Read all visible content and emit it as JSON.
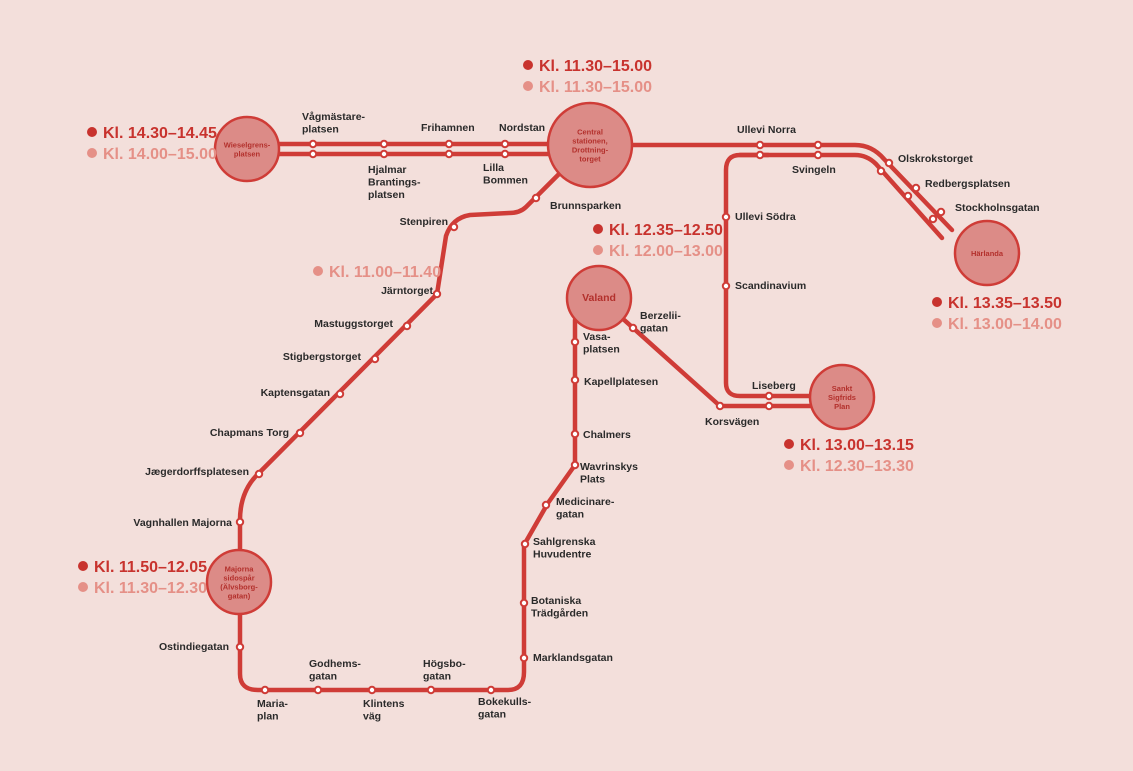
{
  "colors": {
    "line": "#cf3c37",
    "hub_fill": "#dc8b87",
    "time_dark": "#c8332e",
    "time_light": "#e59087",
    "background": "#f3dfdb"
  },
  "hubs": [
    {
      "key": "wieselgren",
      "label": "Wieselgrens-\nplatsen"
    },
    {
      "key": "central",
      "label": "Central\nstationen,\nDrottning-\ntorget"
    },
    {
      "key": "harlanda",
      "label": "Härlanda"
    },
    {
      "key": "valand",
      "label": "Valand"
    },
    {
      "key": "sankt_sigfrid",
      "label": "Sankt\nSigfrids\nPlan"
    },
    {
      "key": "majorna",
      "label": "Majorna\nsidospår\n(Älvsborg-\ngatan)"
    }
  ],
  "times": [
    {
      "key": "central",
      "primary": "Kl. 11.30–15.00",
      "secondary": "Kl. 11.30–15.00"
    },
    {
      "key": "wieselgren",
      "primary": "Kl. 14.30–14.45",
      "secondary": "Kl. 14.00–15.00"
    },
    {
      "key": "valand",
      "primary": "Kl. 12.35–12.50",
      "secondary": "Kl. 12.00–13.00"
    },
    {
      "key": "jarntorget",
      "primary": "",
      "secondary": "Kl. 11.00–11.40"
    },
    {
      "key": "harlanda",
      "primary": "Kl. 13.35–13.50",
      "secondary": "Kl. 13.00–14.00"
    },
    {
      "key": "sankt_sigfrid",
      "primary": "Kl. 13.00–13.15",
      "secondary": "Kl. 12.30–13.30"
    },
    {
      "key": "majorna",
      "primary": "Kl. 11.50–12.05",
      "secondary": "Kl. 11.30–12.30"
    }
  ],
  "stops": [
    {
      "key": "vagmastare",
      "label": "Vågmästare-\nplatsen"
    },
    {
      "key": "hjalmar",
      "label": "Hjalmar\nBrantings-\nplatsen"
    },
    {
      "key": "frihamnen",
      "label": "Frihamnen"
    },
    {
      "key": "nordstan",
      "label": "Nordstan"
    },
    {
      "key": "lilla_bommen",
      "label": "Lilla\nBommen"
    },
    {
      "key": "ullevi_norra",
      "label": "Ullevi Norra"
    },
    {
      "key": "svingeln",
      "label": "Svingeln"
    },
    {
      "key": "olskroks",
      "label": "Olskrokstorget"
    },
    {
      "key": "redbergs",
      "label": "Redbergsplatsen"
    },
    {
      "key": "stockholms",
      "label": "Stockholnsgatan"
    },
    {
      "key": "ullevi_sodra",
      "label": "Ullevi Södra"
    },
    {
      "key": "scandinavium",
      "label": "Scandinavium"
    },
    {
      "key": "liseberg",
      "label": "Liseberg"
    },
    {
      "key": "korsvagen",
      "label": "Korsvägen"
    },
    {
      "key": "berzelii",
      "label": "Berzelii-\ngatan"
    },
    {
      "key": "brunnsparken",
      "label": "Brunnsparken"
    },
    {
      "key": "stenpiren",
      "label": "Stenpiren"
    },
    {
      "key": "jarntorget",
      "label": "Järntorget"
    },
    {
      "key": "mastugg",
      "label": "Mastuggstorget"
    },
    {
      "key": "stigbergs",
      "label": "Stigbergstorget"
    },
    {
      "key": "kaptens",
      "label": "Kaptensgatan"
    },
    {
      "key": "chapmans",
      "label": "Chapmans Torg"
    },
    {
      "key": "jaegerdorff",
      "label": "Jægerdorffsplatesen"
    },
    {
      "key": "vagnhallen",
      "label": "Vagnhallen Majorna"
    },
    {
      "key": "ostindie",
      "label": "Ostindiegatan"
    },
    {
      "key": "mariaplan",
      "label": "Maria-\nplan"
    },
    {
      "key": "godhems",
      "label": "Godhems-\ngatan"
    },
    {
      "key": "klintens",
      "label": "Klintens\nväg"
    },
    {
      "key": "hogsbo",
      "label": "Högsbo-\ngatan"
    },
    {
      "key": "bokekulls",
      "label": "Bokekulls-\ngatan"
    },
    {
      "key": "marklands",
      "label": "Marklandsgatan"
    },
    {
      "key": "botaniska",
      "label": "Botaniska\nTrädgården"
    },
    {
      "key": "sahlgrenska",
      "label": "Sahlgrenska\nHuvudentre"
    },
    {
      "key": "medicinare",
      "label": "Medicinare-\ngatan"
    },
    {
      "key": "wavrinskys",
      "label": "Wavrinskys\nPlats"
    },
    {
      "key": "chalmers",
      "label": "Chalmers"
    },
    {
      "key": "kapell",
      "label": "Kapellplatesen"
    },
    {
      "key": "vasa",
      "label": "Vasa-\nplatsen"
    }
  ]
}
